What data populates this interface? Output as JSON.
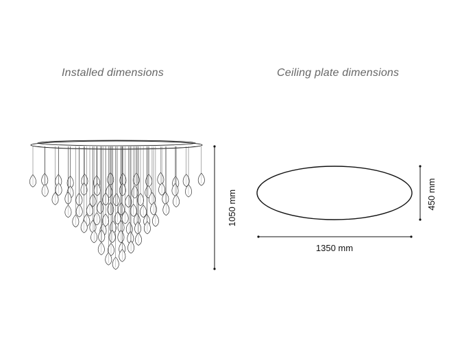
{
  "headings": {
    "installed": "Installed dimensions",
    "plate": "Ceiling plate dimensions"
  },
  "dimensions": {
    "installed_height": "1050 mm",
    "plate_depth": "450 mm",
    "plate_width": "1350 mm"
  },
  "colors": {
    "line": "#111111",
    "heading": "#666666"
  }
}
